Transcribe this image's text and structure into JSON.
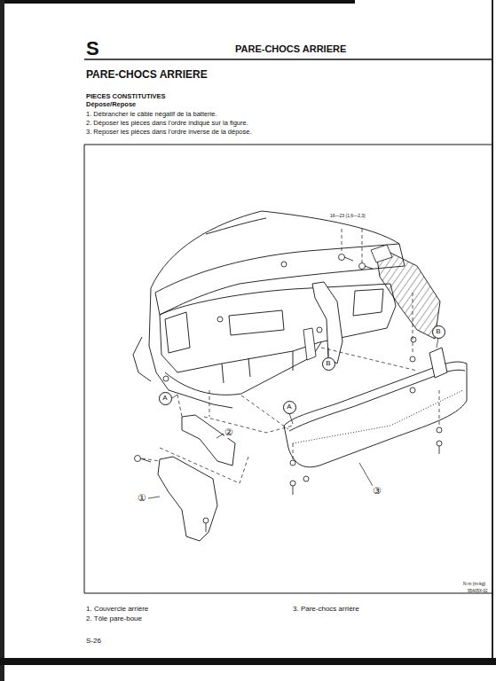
{
  "diagram": {
    "title": "PARE-CHOCS ARRIERE",
    "nodes": [
      {
        "text": [
          "B"
        ]
      },
      {
        "text": [
          "B"
        ]
      },
      {
        "text": [
          "A"
        ]
      },
      {
        "text": [
          "A"
        ]
      }
    ],
    "labels": [
      "S",
      "PARE-CHOCS ARRIERE",
      "PIECES CONSTITUTIVES",
      "Dépose/Repose",
      "1. Débrancher le câble négatif de la batterie.",
      "2. Déposer les pièces dans l'ordre indiqué sur la figure.",
      "3. Reposer les pièces dans l'ordre inverse de la dépose.",
      "16—23 {1,6—2,3}",
      "②",
      "①",
      "③",
      "N·m {m-kg}",
      "95A05X-02",
      "1. Couvercle arrière",
      "2. Tôle pare-boue",
      "3. Pare-chocs arrière",
      "S-26"
    ]
  }
}
